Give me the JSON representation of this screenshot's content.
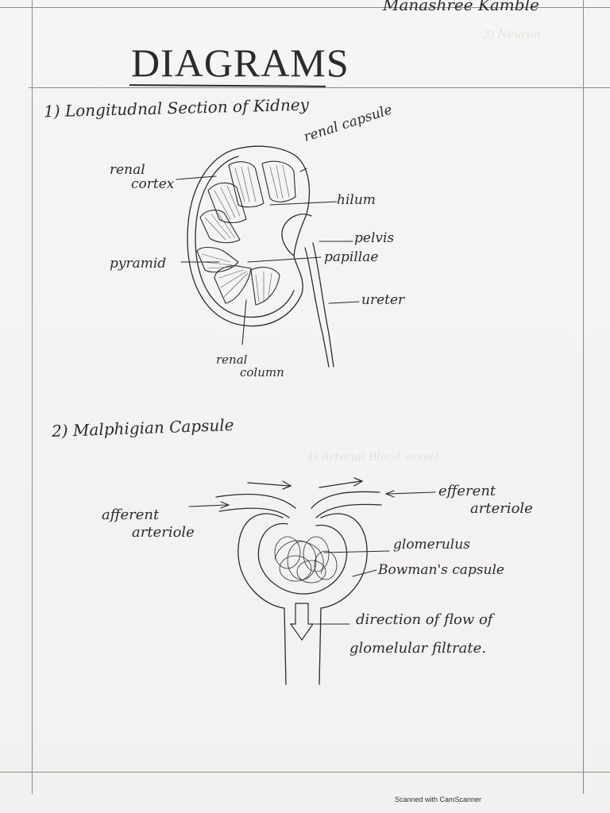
{
  "author": "Manashree Kamble",
  "title": "DIAGRAMS",
  "section1": {
    "heading": "1) Longitudnal Section of Kidney",
    "labels": {
      "renal_cortex_1": "renal",
      "renal_cortex_2": "cortex",
      "renal_capsule": "renal capsule",
      "hilum": "hilum",
      "pelvis": "pelvis",
      "papillae": "papillae",
      "pyramid": "pyramid",
      "ureter": "ureter",
      "renal_column_1": "renal",
      "renal_column_2": "column"
    }
  },
  "section2": {
    "heading": "2) Malphigian Capsule",
    "labels": {
      "afferent_1": "afferent",
      "afferent_2": "arteriole",
      "efferent_1": "efferent",
      "efferent_2": "arteriole",
      "glomerulus": "glomerulus",
      "bowmans": "Bowman's capsule",
      "direction_1": "direction of flow of",
      "direction_2": "glomelular filtrate."
    }
  },
  "footer": "Scanned with CamScanner"
}
